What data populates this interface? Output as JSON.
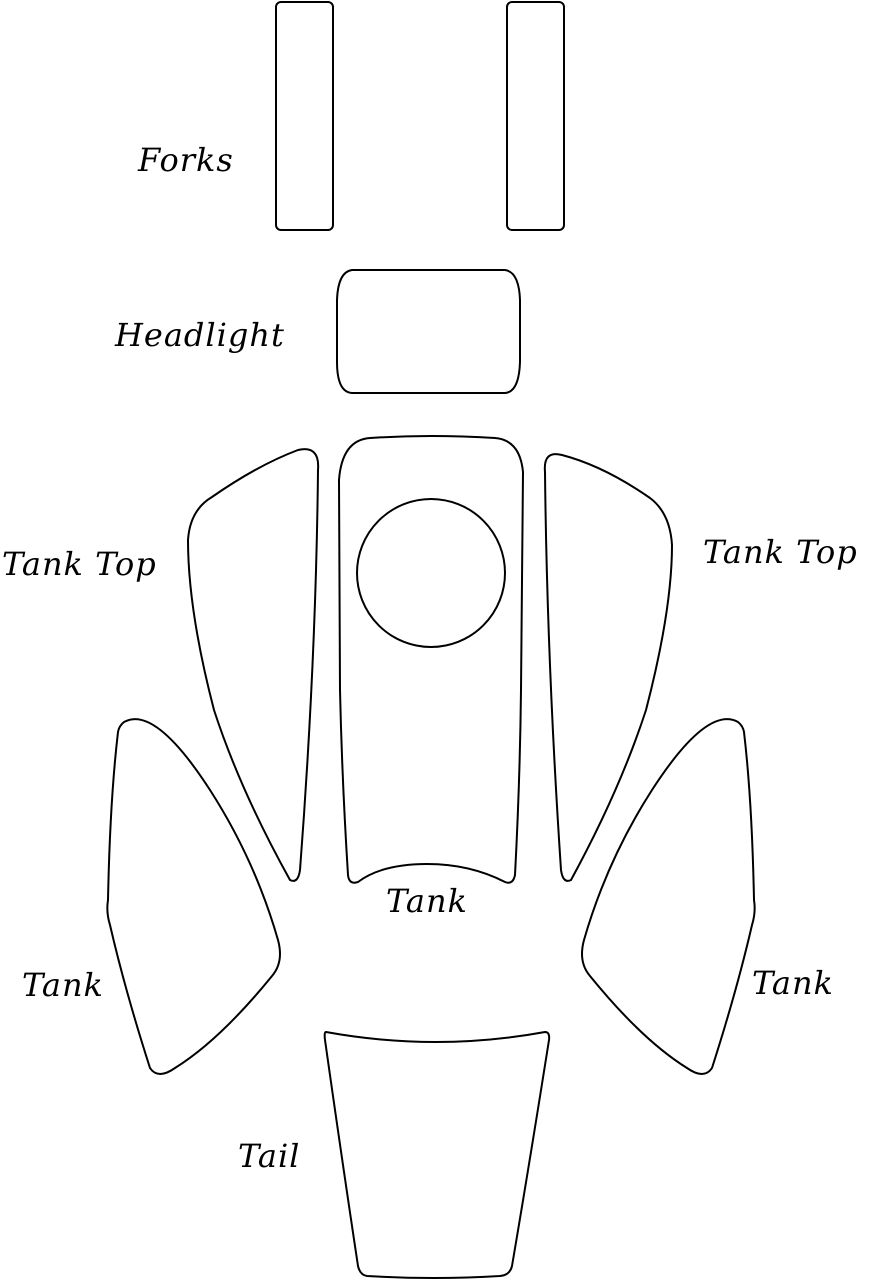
{
  "labels": {
    "forks": "Forks",
    "headlight": "Headlight",
    "tank_top_left": "Tank Top",
    "tank_top_right": "Tank Top",
    "tank_center": "Tank",
    "tank_left": "Tank",
    "tank_right": "Tank",
    "tail": "Tail"
  },
  "colors": {
    "outline": "#000000",
    "background": "#ffffff"
  }
}
